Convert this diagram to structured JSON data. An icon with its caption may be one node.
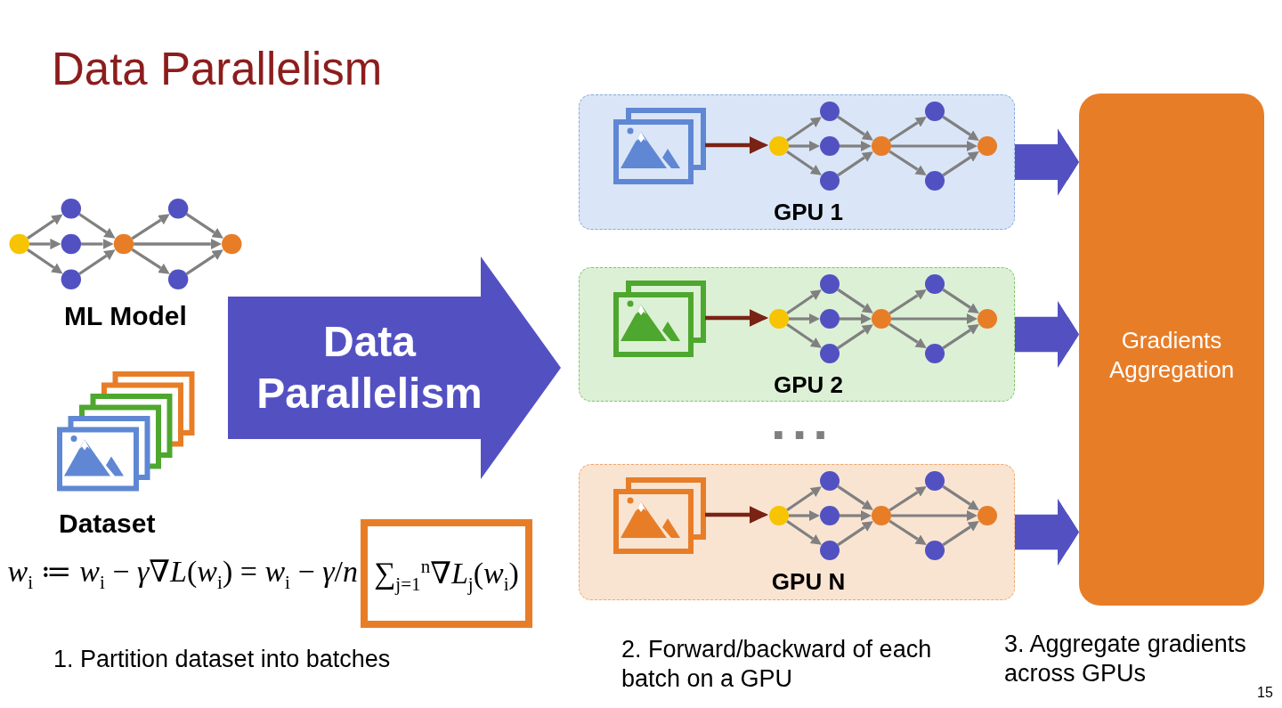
{
  "diagram": {
    "title": "Data Parallelism",
    "nodes": [
      {
        "text": [
          "ML Model"
        ]
      },
      {
        "text": [
          "Dataset"
        ]
      },
      {
        "text": [
          "∑$_{j=1}$$^{n}$∇*L*$_{j}$(*w*$_{i}$)"
        ]
      },
      {
        "text": [
          "Data Parallelism"
        ]
      },
      {
        "text": [
          "GPU 1"
        ]
      },
      {
        "text": [],
        "shape": "picture",
        "in": 4
      },
      {
        "text": [],
        "shape": "picture",
        "in": 4
      },
      {
        "text": [
          "GPU 2"
        ]
      },
      {
        "text": [],
        "shape": "picture",
        "in": 7
      },
      {
        "text": [],
        "shape": "picture",
        "in": 7
      },
      {
        "text": [
          "GPU N"
        ]
      },
      {
        "text": [],
        "shape": "picture",
        "in": 10
      },
      {
        "text": [],
        "shape": "picture",
        "in": 10
      },
      {
        "text": [
          "Gradients Aggregation"
        ]
      }
    ],
    "edges": [
      {
        "from": 5,
        "to": 6,
        "arrow": "to",
        "color": "#7a2315"
      },
      {
        "from": 8,
        "to": 9,
        "arrow": "to",
        "color": "#7a2315"
      },
      {
        "from": 11,
        "to": 12,
        "arrow": "to",
        "color": "#7a2315"
      },
      {
        "from": 4,
        "to": 13,
        "arrow": "to",
        "style": "thick",
        "color": "#5351c2"
      },
      {
        "from": 7,
        "to": 13,
        "arrow": "to",
        "style": "thick",
        "color": "#5351c2"
      },
      {
        "from": 10,
        "to": 13,
        "arrow": "to",
        "style": "thick",
        "color": "#5351c2"
      }
    ],
    "labels": [
      "*w*$_{i}$ ≔ *w*$_{i}$ − *γ*∇*L*(*w*$_{i}$) = *w*$_{i}$ − *γ*/*n*",
      "1. Partition dataset into batches",
      "...",
      "2. Forward/backward of each batch on a GPU",
      "3. Aggregate gradients across GPUs",
      "15"
    ]
  }
}
